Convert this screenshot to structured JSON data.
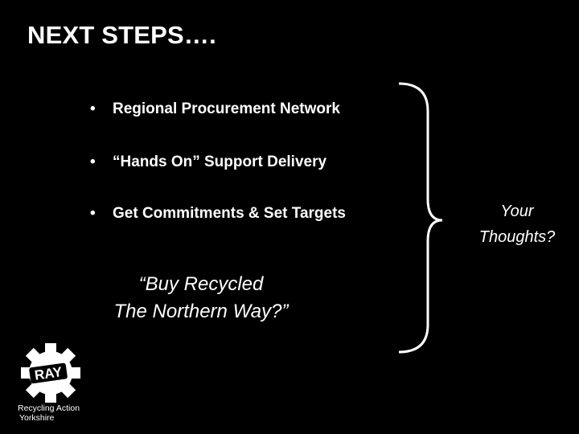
{
  "slide": {
    "title": "NEXT STEPS….",
    "bullet_marker": "•",
    "bullets": [
      "Regional Procurement Network",
      "“Hands On” Support Delivery",
      "Get Commitments & Set Targets"
    ],
    "tagline": [
      "“Buy Recycled",
      "The Northern Way?”"
    ],
    "aside": [
      "Your",
      "Thoughts?"
    ]
  },
  "logo": {
    "mark_text": "RAY",
    "caption": [
      "Recycling Action",
      "Yorkshire"
    ],
    "icon": "cog-badge-icon"
  },
  "colors": {
    "background": "#000000",
    "text": "#ffffff"
  }
}
